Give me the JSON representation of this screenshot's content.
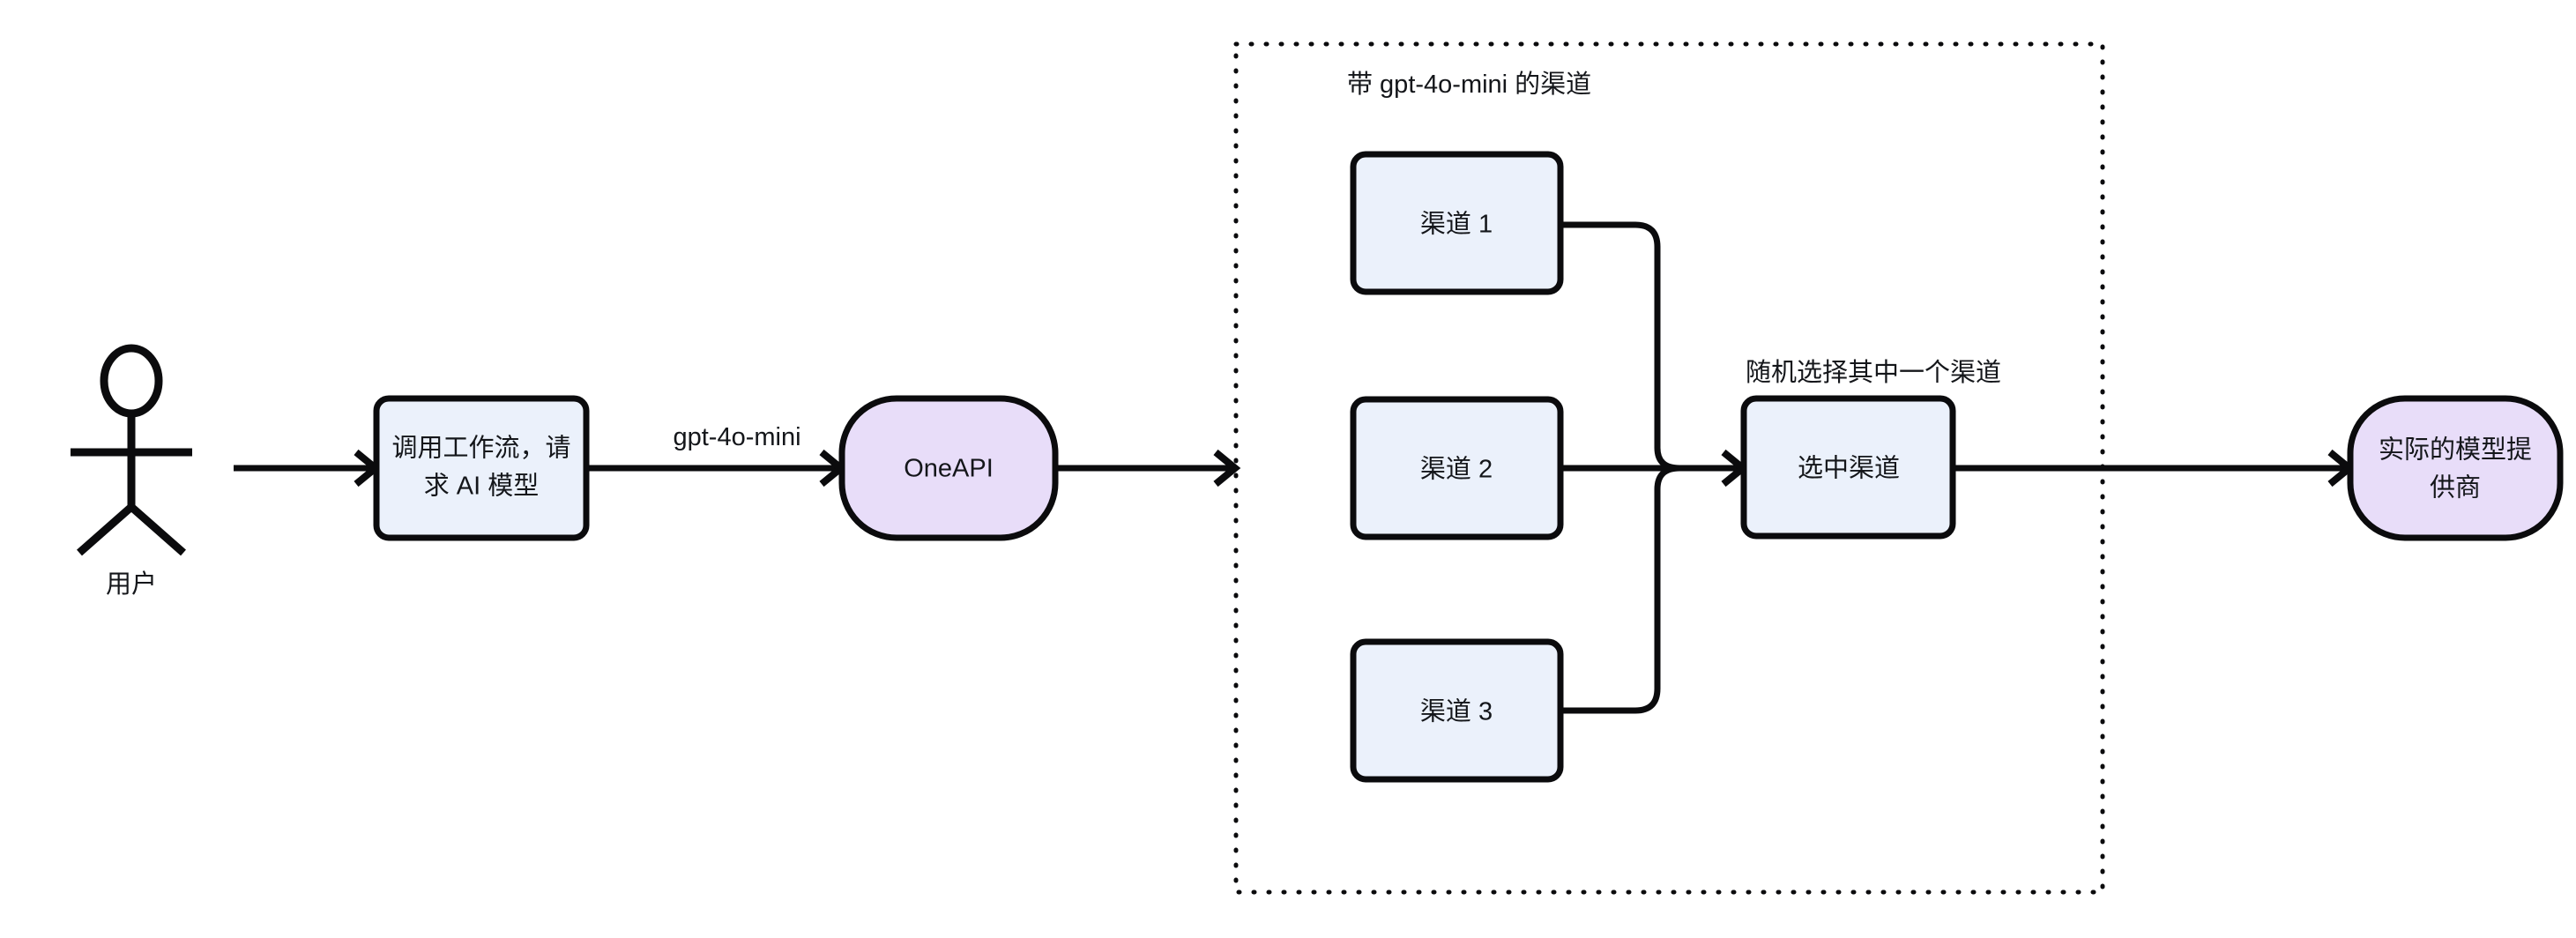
{
  "diagram": {
    "title_text": "",
    "background_color": "#ffffff",
    "stroke_color": "#0b0b0d",
    "box_fill_color": "#ebf1fb",
    "rounded_fill_color": "#e8ddf9",
    "actor": {
      "label": "用户",
      "icon": "stick-figure-icon"
    },
    "nodes": {
      "workflow": {
        "label_line1": "调用工作流，请",
        "label_line2": "求 AI 模型",
        "shape": "rounded-rectangle",
        "fill": "#ebf1fb"
      },
      "oneapi": {
        "label": "OneAPI",
        "shape": "stadium",
        "fill": "#e8ddf9"
      },
      "channel1": {
        "label": "渠道 1",
        "shape": "rounded-rectangle",
        "fill": "#ebf1fb"
      },
      "channel2": {
        "label": "渠道 2",
        "shape": "rounded-rectangle",
        "fill": "#ebf1fb"
      },
      "channel3": {
        "label": "渠道 3",
        "shape": "rounded-rectangle",
        "fill": "#ebf1fb"
      },
      "selected_channel": {
        "label": "选中渠道",
        "shape": "rounded-rectangle",
        "fill": "#ebf1fb"
      },
      "provider": {
        "label_line1": "实际的模型提",
        "label_line2": "供商",
        "shape": "stadium",
        "fill": "#e8ddf9"
      }
    },
    "group": {
      "title": "带 gpt-4o-mini 的渠道",
      "border_style": "dotted"
    },
    "edge_labels": {
      "user_to_workflow": "",
      "workflow_to_oneapi": "gpt-4o-mini",
      "oneapi_to_group": "",
      "channels_to_selected": "随机选择其中一个渠道",
      "selected_to_provider": ""
    }
  }
}
